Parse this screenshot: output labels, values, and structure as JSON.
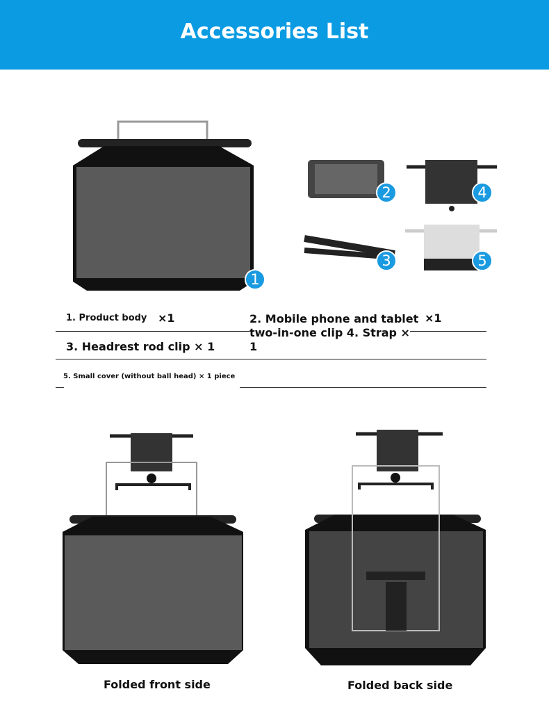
{
  "header": {
    "title": "Accessories List"
  },
  "badges": [
    "1",
    "2",
    "3",
    "4",
    "5"
  ],
  "list": {
    "item1": "1. Product body",
    "item1_qty": "×1",
    "item2_line1": "2. Mobile phone and tablet",
    "item2_qty": "×1",
    "item2_line2": "two-in-one clip 4. Strap ×",
    "item2_line3": "1",
    "item3": "3. Headrest rod clip × 1",
    "item5": "5. Small cover (without ball head) × 1 piece"
  },
  "captions": {
    "front": "Folded front side",
    "back": "Folded back side"
  },
  "colors": {
    "accent": "#0a9be3",
    "body": "#5a5a5a"
  }
}
